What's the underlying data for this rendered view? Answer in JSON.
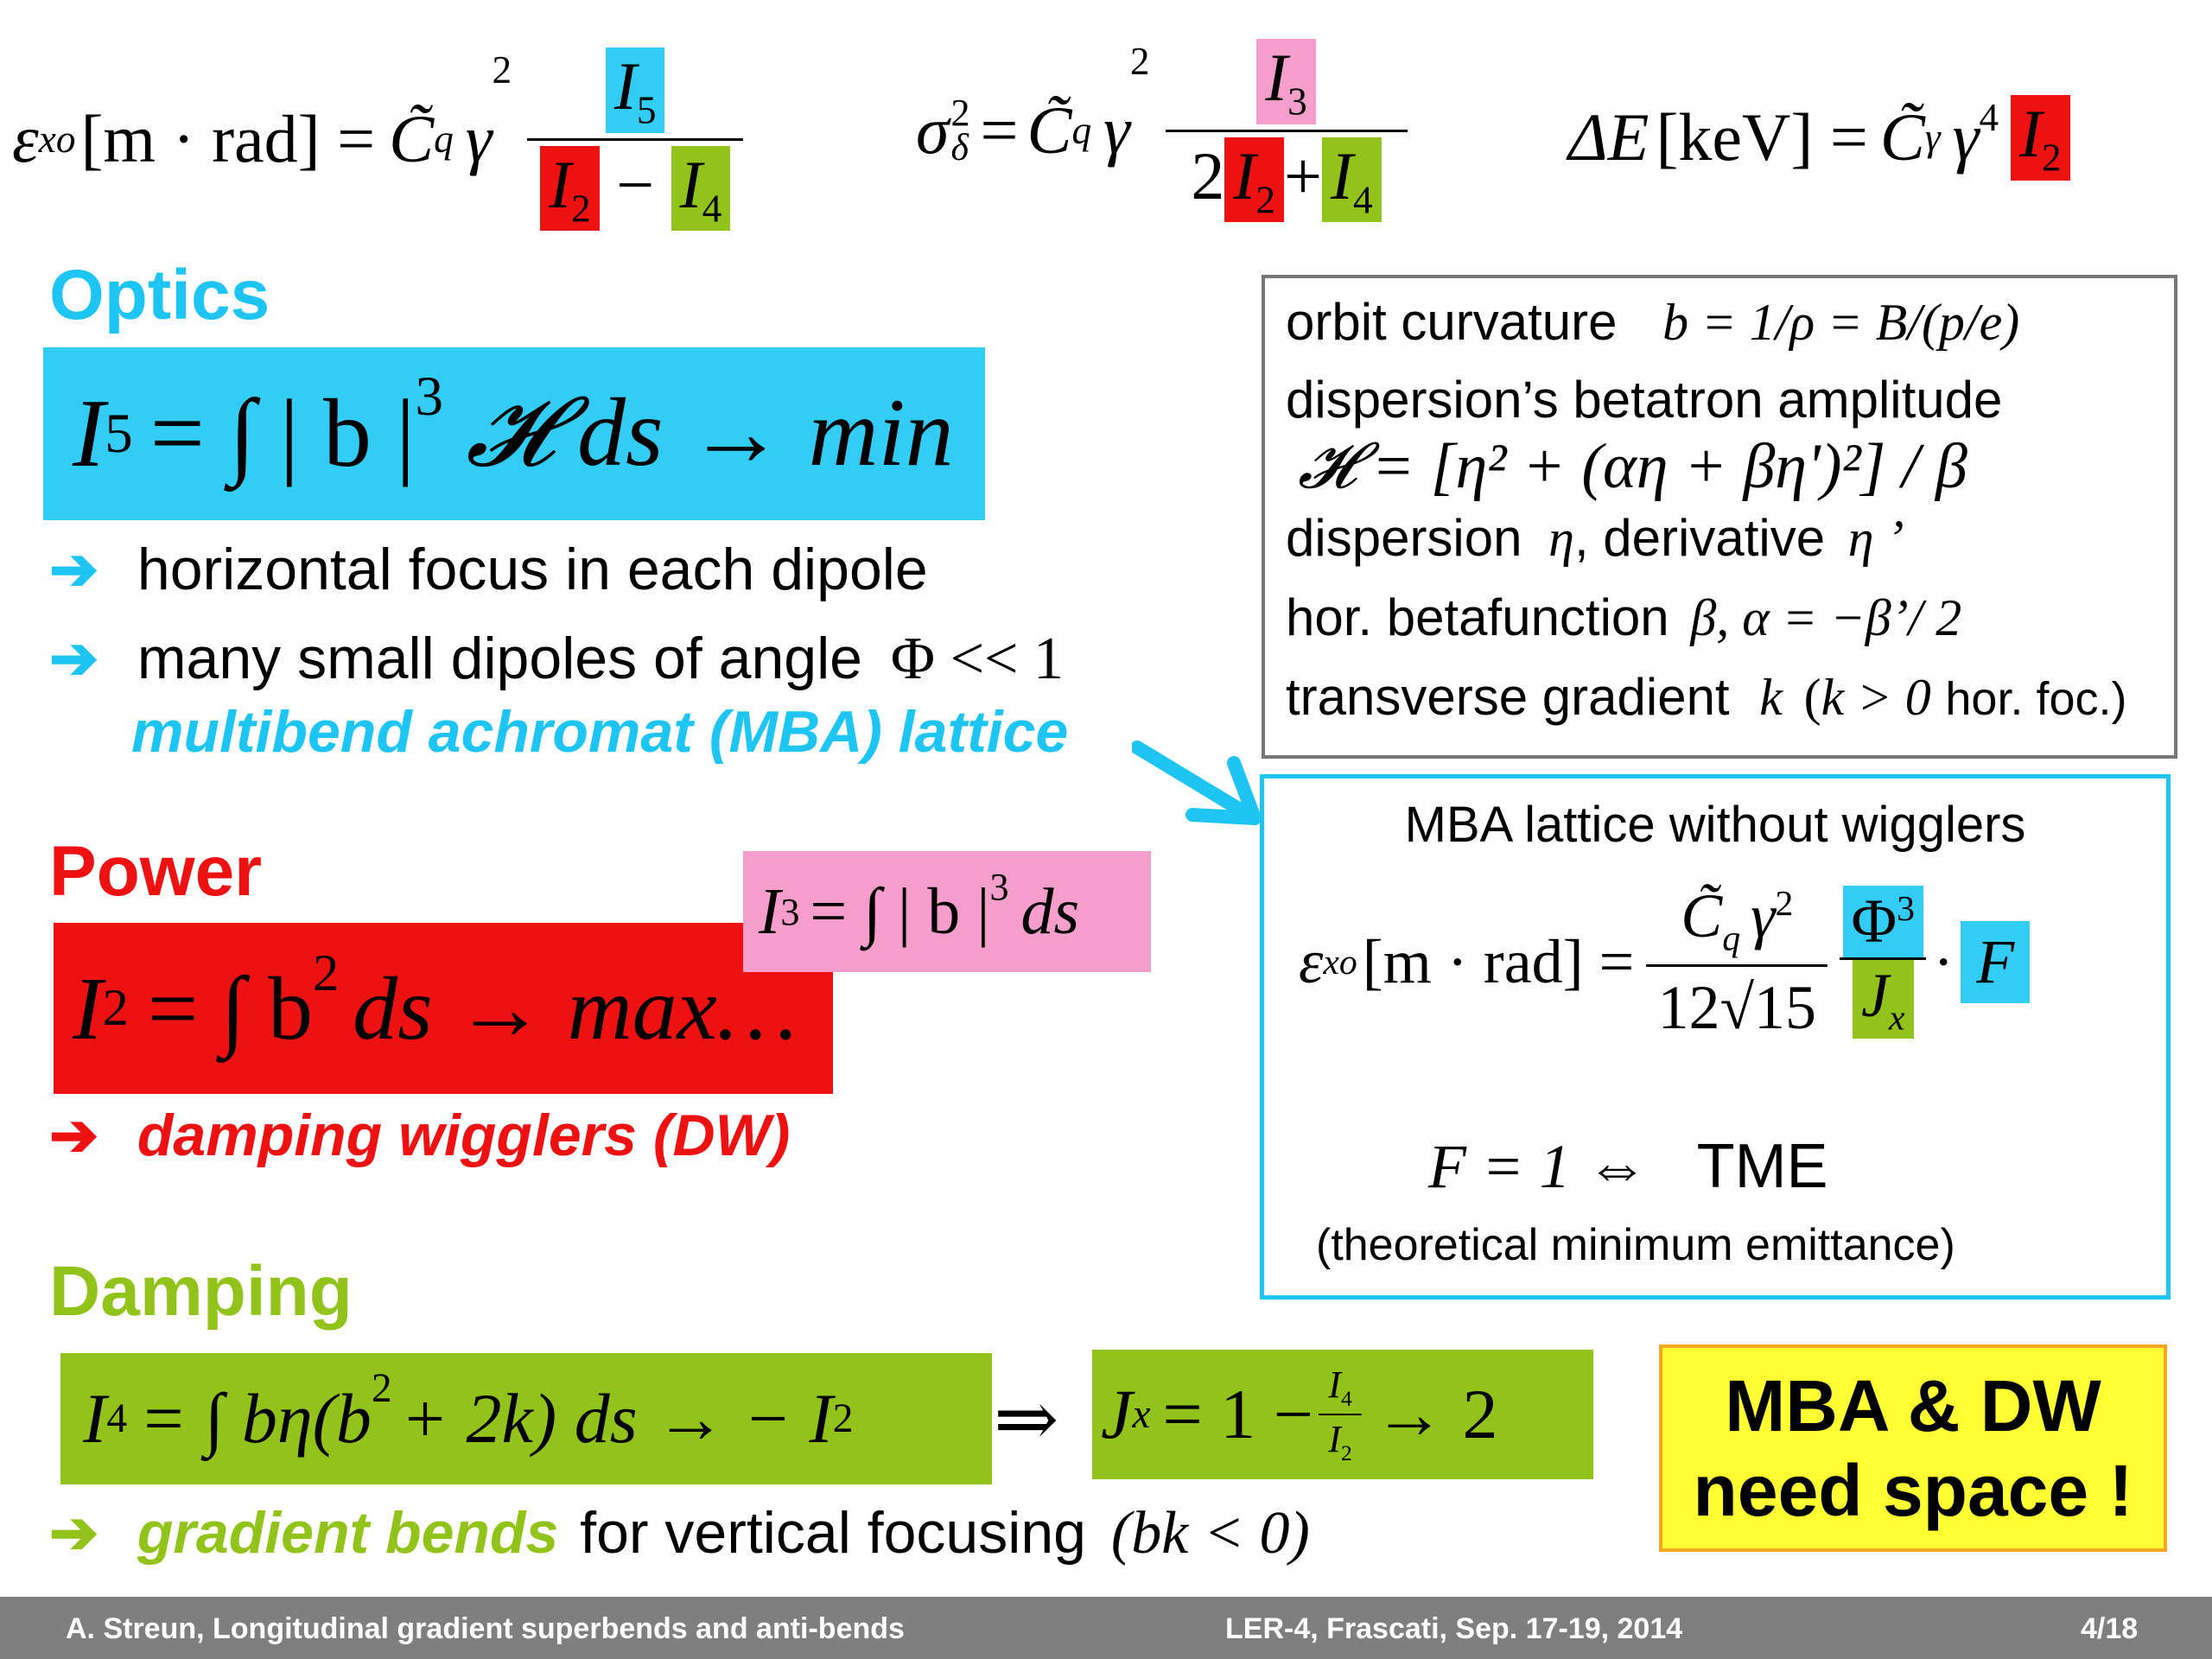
{
  "formulas_top": {
    "emittance": {
      "lhs": "ε",
      "lhs_sub": "xo",
      "unit": "[m · rad] =",
      "coef": "C̃",
      "coef_sub": "q",
      "gamma": "γ",
      "gamma_sup": "2",
      "num": "I",
      "num_sub": "5",
      "den_a": "I",
      "den_a_sub": "2",
      "den_op": "−",
      "den_b": "I",
      "den_b_sub": "4"
    },
    "energy_spread": {
      "lhs": "σ",
      "lhs_sup": "2",
      "lhs_sub": "δ",
      "eq": "=",
      "coef": "C̃",
      "coef_sub": "q",
      "gamma": "γ",
      "gamma_sup": "2",
      "num": "I",
      "num_sub": "3",
      "den_coef": "2",
      "den_a": "I",
      "den_a_sub": "2",
      "den_op": "+",
      "den_b": "I",
      "den_b_sub": "4"
    },
    "energy_loss": {
      "lhs": "ΔE",
      "unit": "[keV] =",
      "coef": "C̃",
      "coef_sub": "γ",
      "gamma": "γ",
      "gamma_sup": "4",
      "term": "I",
      "term_sub": "2"
    }
  },
  "optics": {
    "heading": "Optics",
    "formula": {
      "lhs": "I",
      "lhs_sub": "5",
      "rhs": "= ∫ | b |",
      "sup": "3",
      "tail": "𝓗 ds → min"
    },
    "bullets": [
      {
        "arrow": "➔",
        "text": "horizontal focus in each dipole"
      },
      {
        "arrow": "➔",
        "text": "many small dipoles of angle",
        "math": "Φ << 1"
      }
    ],
    "mba_label": "multibend achromat (MBA) lattice"
  },
  "definitions_box": {
    "line1": {
      "text": "orbit curvature",
      "math": "b = 1/ρ = B/(p/e)"
    },
    "line2": {
      "text": "dispersion’s betatron amplitude"
    },
    "line3": {
      "math": "𝓗 = [η² + (αη + βη')²] / β"
    },
    "line4": {
      "text_a": "dispersion",
      "math_a": "η",
      "text_b": ", derivative",
      "math_b": "η ’"
    },
    "line5": {
      "text": "hor. betafunction",
      "math": "β,  α = −β’/ 2"
    },
    "line6": {
      "text": "transverse gradient",
      "math": "k",
      "paren_open": "(",
      "math_b": "k > 0",
      "paren_close": "hor. foc.)"
    }
  },
  "mba_box": {
    "title": "MBA lattice without wigglers",
    "formula": {
      "lhs": "ε",
      "lhs_sub": "xo",
      "unit": "[m · rad] =",
      "num": "C̃",
      "num_sub": "q",
      "num_gamma": "γ",
      "num_gamma_sup": "2",
      "den": "12√15",
      "frac2_num": "Φ",
      "frac2_num_sup": "3",
      "frac2_den": "J",
      "frac2_den_sub": "x",
      "dot": "·",
      "factor": "F"
    },
    "tme_math": "F = 1 ⇔",
    "tme_label": "TME",
    "tme_note": "(theoretical minimum emittance)"
  },
  "power": {
    "heading": "Power",
    "i3_formula": {
      "lhs": "I",
      "lhs_sub": "3",
      "rhs": "= ∫ | b |",
      "sup": "3",
      "tail": "ds"
    },
    "formula": {
      "lhs": "I",
      "lhs_sub": "2",
      "rhs": "= ∫ b",
      "sup": "2",
      "tail": "ds → max…"
    },
    "bullet": {
      "arrow": "➔",
      "text": "damping wigglers (DW)"
    }
  },
  "damping": {
    "heading": "Damping",
    "formula": {
      "lhs": "I",
      "lhs_sub": "4",
      "rhs": "= ∫ bη(b",
      "sup": "2",
      "tail": "+ 2k) ds  →  − I",
      "tail_sub": "2"
    },
    "implies": "⇒",
    "jx_formula": {
      "lhs": "J",
      "lhs_sub": "x",
      "eq": "= 1 −",
      "fnum": "I",
      "fnum_sub": "4",
      "fden": "I",
      "fden_sub": "2",
      "tail": "→ 2"
    },
    "bullet": {
      "arrow": "➔",
      "label": "gradient bends",
      "text": "for vertical focusing",
      "math": "(bk < 0)"
    }
  },
  "callout": {
    "line1": "MBA & DW",
    "line2": "need space !"
  },
  "footer": {
    "left": "A. Streun, Longitudinal gradient superbends and anti-bends",
    "center": "LER-4, Frascati,  Sep. 17-19, 2014",
    "right": "4/18"
  },
  "colors": {
    "cyan": "#33ccf5",
    "red": "#ee1111",
    "pink": "#f59ecb",
    "green": "#92c31b",
    "yellow": "#ffff33",
    "footer": "#7f7f7f"
  }
}
